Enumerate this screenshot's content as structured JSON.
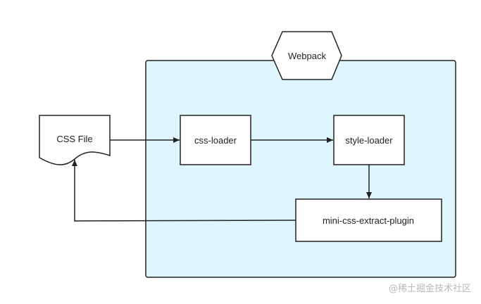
{
  "diagram": {
    "container": {
      "label": "Webpack",
      "fill": "#dff5fd",
      "stroke": "#222222"
    },
    "nodes": {
      "css_file": {
        "label": "CSS File"
      },
      "css_loader": {
        "label": "css-loader"
      },
      "style_loader": {
        "label": "style-loader"
      },
      "mini_css": {
        "label": "mini-css-extract-plugin"
      }
    },
    "edges": [
      {
        "from": "CSS File",
        "to": "css-loader"
      },
      {
        "from": "css-loader",
        "to": "style-loader"
      },
      {
        "from": "style-loader",
        "to": "mini-css-extract-plugin"
      },
      {
        "from": "mini-css-extract-plugin",
        "to": "CSS File"
      }
    ]
  },
  "watermark": {
    "text": "@稀土掘金技术社区"
  }
}
